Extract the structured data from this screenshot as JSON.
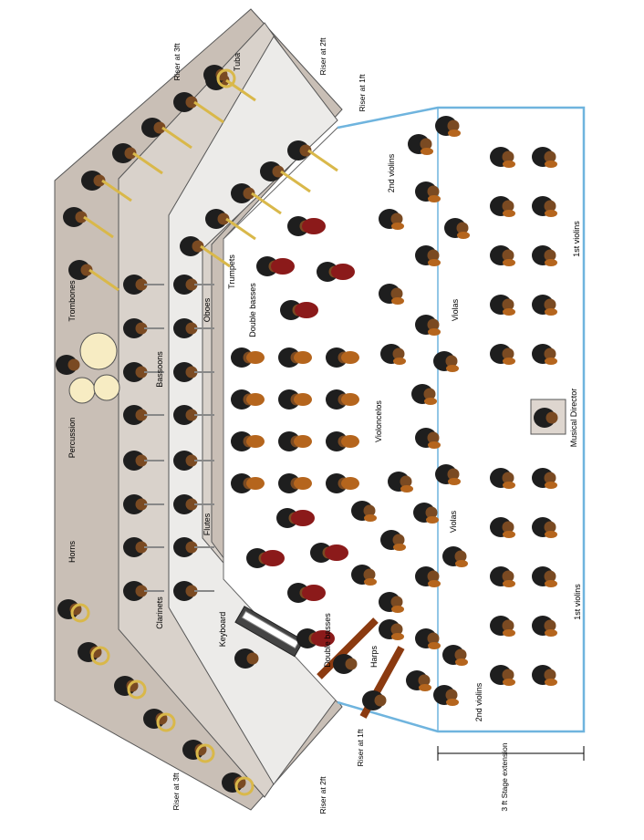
{
  "labels": {
    "riser_3ft_top": "Riser at 3ft",
    "riser_2ft_top": "Riser at 2ft",
    "riser_1ft_top": "Riser at 1ft",
    "riser_3ft_bottom": "Riser at 3ft",
    "riser_2ft_bottom": "Riser at 2ft",
    "riser_1ft_bottom": "Riser at 1ft",
    "tuba": "Tuba",
    "trombones": "Trombones",
    "percussion": "Percussion",
    "horns": "Horns",
    "bassoons": "Bassoons",
    "clarinets": "Clarinets",
    "oboes": "Oboes",
    "flutes": "Flutes",
    "trumpets": "Trumpets",
    "double_basses_top": "Double basses",
    "double_basses_bottom": "Double basses",
    "keyboard": "Keyboard",
    "harps": "Harps",
    "violoncelos": "Violoncelos",
    "violas_top": "Violas",
    "violas_bottom": "Violas",
    "second_violins_top": "2nd violins",
    "second_violins_bottom": "2nd violins",
    "first_violins_top": "1st violins",
    "first_violins_bottom": "1st violins",
    "musical_director": "Musical Director",
    "stage_extension": "3 ft Stage extension"
  },
  "colors": {
    "riser3": "#c9bfb6",
    "riser2": "#d9d2cb",
    "riser1": "#ecebe9",
    "floor": "#ffffff",
    "stage_extension": "#6fb4de",
    "brass": "#d9b84a",
    "string_wood": "#b5651d",
    "bass_wood": "#8b1a1a",
    "jacket": "#1e1e1e",
    "hair": "#7a4a22"
  }
}
